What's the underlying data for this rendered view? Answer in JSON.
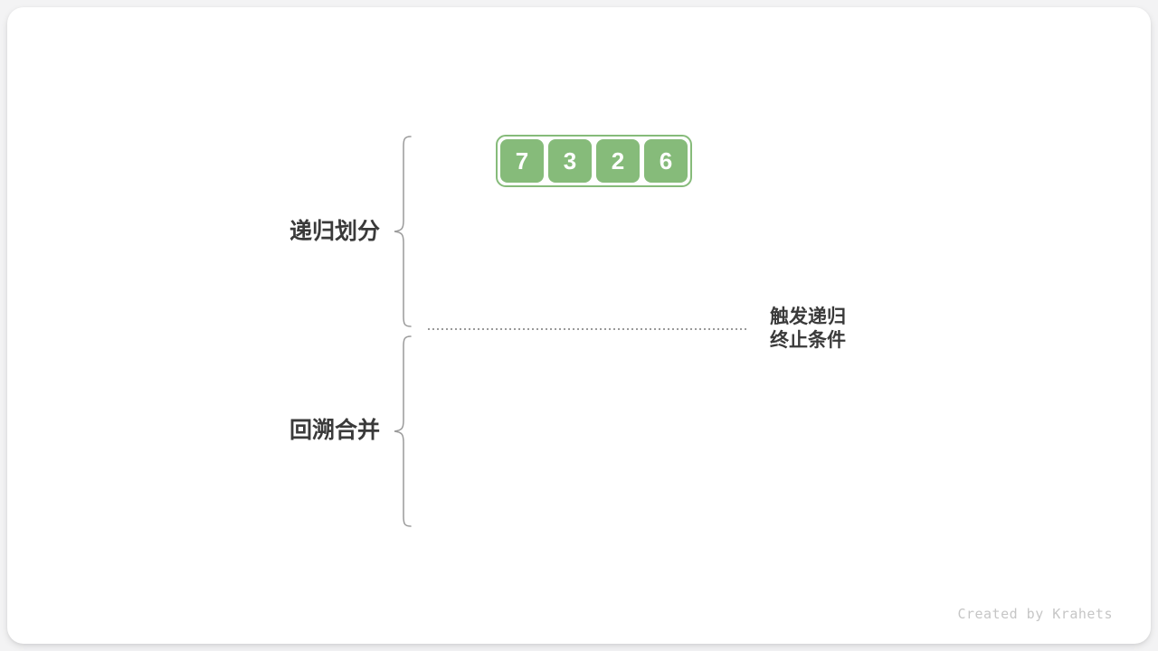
{
  "diagram": {
    "title_context": "merge-sort-phases",
    "array": {
      "values": [
        "7",
        "3",
        "2",
        "6"
      ]
    },
    "phases": [
      {
        "label": "递归划分"
      },
      {
        "label": "回溯合并"
      }
    ],
    "annotation": {
      "line1": "触发递归",
      "line2": "终止条件"
    },
    "watermark": "Created by Krahets",
    "colors": {
      "cell_green": "#86bb7a",
      "brace_gray": "#9a9a9a",
      "text_dark": "#3a3a3a",
      "watermark_gray": "#c6c6c6",
      "page_bg": "#f3f3f4",
      "card_bg": "#ffffff"
    }
  }
}
